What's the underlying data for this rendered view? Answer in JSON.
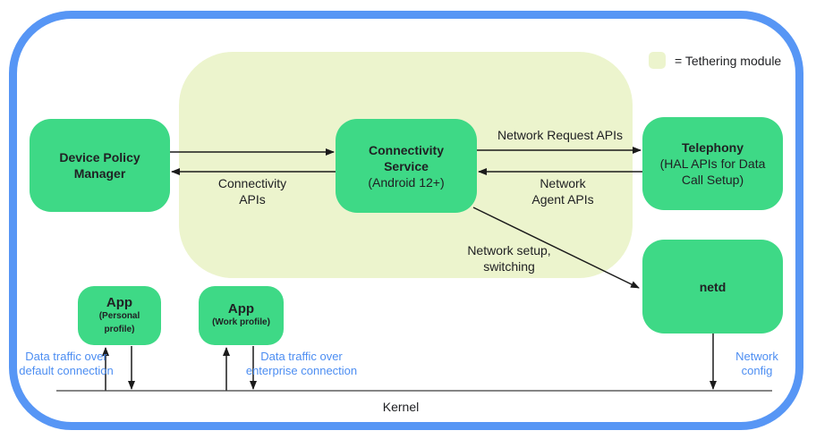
{
  "legend": {
    "label": "= Tethering module"
  },
  "nodes": {
    "dpm": {
      "title": "Device Policy Manager"
    },
    "cs": {
      "title": "Connectivity Service",
      "subtitle": "(Android 12+)"
    },
    "telephony": {
      "title": "Telephony",
      "subtitle": "(HAL APIs for Data Call Setup)"
    },
    "netd": {
      "title": "netd"
    },
    "app_personal": {
      "title": "App",
      "subtitle": "(Personal profile)"
    },
    "app_work": {
      "title": "App",
      "subtitle": "(Work profile)"
    }
  },
  "labels": {
    "network_request_apis": "Network Request APIs",
    "network_agent_apis_line1": "Network",
    "network_agent_apis_line2": "Agent APIs",
    "connectivity_apis_line1": "Connectivity",
    "connectivity_apis_line2": "APIs",
    "network_setup_line1": "Network setup,",
    "network_setup_line2": "switching",
    "data_default_line1": "Data traffic over",
    "data_default_line2": "default connection",
    "data_enterprise_line1": "Data traffic over",
    "data_enterprise_line2": "enterprise connection",
    "network_config_line1": "Network",
    "network_config_line2": "config",
    "kernel": "Kernel"
  },
  "colors": {
    "node_green": "#3ed986",
    "module_bg": "#ecf4cd",
    "frame_blue": "#5796f5",
    "blue_text": "#4d8ef2"
  }
}
